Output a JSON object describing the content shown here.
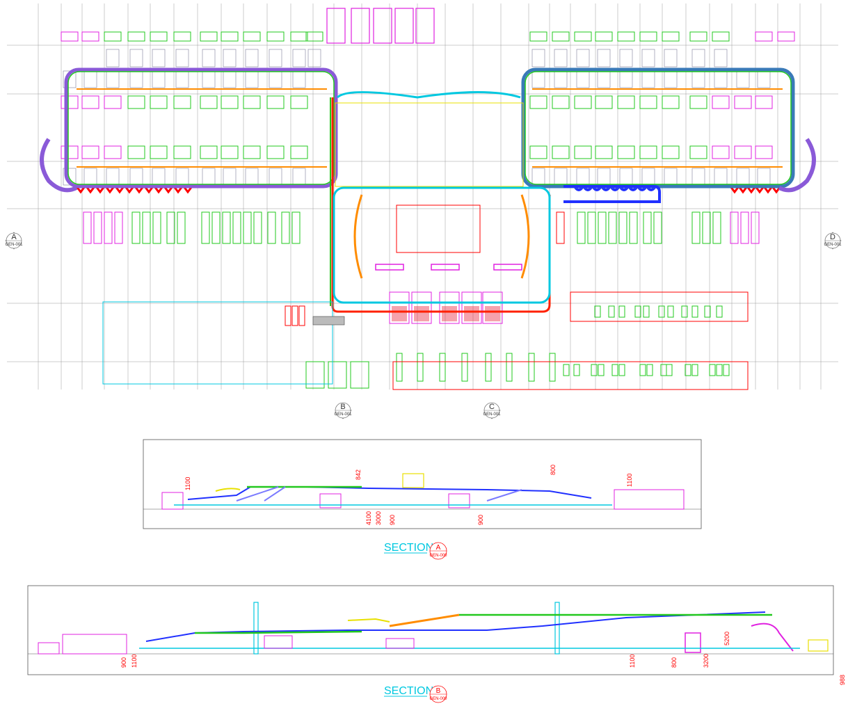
{
  "plan": {
    "section_markers": [
      {
        "id": "A",
        "letter": "A",
        "ref": "GEN-001"
      },
      {
        "id": "B",
        "letter": "B",
        "ref": "GEN-001"
      },
      {
        "id": "C",
        "letter": "C",
        "ref": "GEN-001"
      },
      {
        "id": "D",
        "letter": "D",
        "ref": "GEN-001"
      }
    ]
  },
  "section_a": {
    "title_word": "SECTION",
    "bubble_letter": "A",
    "bubble_ref": "GEN-000",
    "dimensions": [
      "1100",
      "842",
      "800",
      "1100",
      "4100",
      "3000",
      "900",
      "900"
    ]
  },
  "section_b": {
    "title_word": "SECTION",
    "bubble_letter": "B",
    "bubble_ref": "GEN-000",
    "dimensions": [
      "900",
      "1100",
      "1100",
      "800",
      "3200",
      "5200",
      "988"
    ]
  },
  "colors": {
    "grid": "#9a9a9a",
    "green": "#22c81e",
    "magenta": "#e020e0",
    "cyan": "#00c8e0",
    "red": "#ff0000",
    "blue": "#2030ff",
    "violet": "#8a5ad8",
    "orange": "#ff8c00",
    "yellow": "#e8e000"
  }
}
